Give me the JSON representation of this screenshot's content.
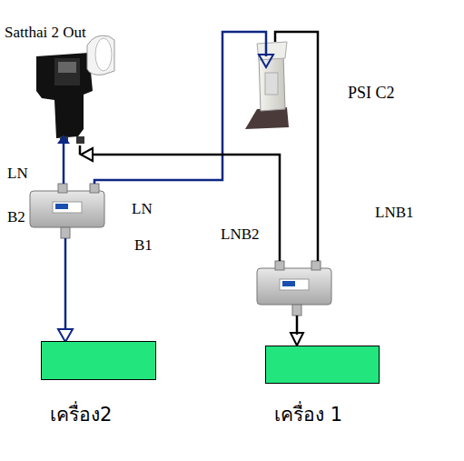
{
  "diagram": {
    "nodes": [
      {
        "text": [
          "Satthai 2 Out"
        ]
      },
      {
        "text": [
          "PSI C2"
        ]
      },
      {
        "text": [
          "เครื่อง2"
        ]
      },
      {
        "text": [
          "เครื่อง 1"
        ]
      }
    ],
    "labels": [
      "LN",
      "B2",
      "LN",
      "B1",
      "LNB2",
      "LNB1"
    ]
  }
}
